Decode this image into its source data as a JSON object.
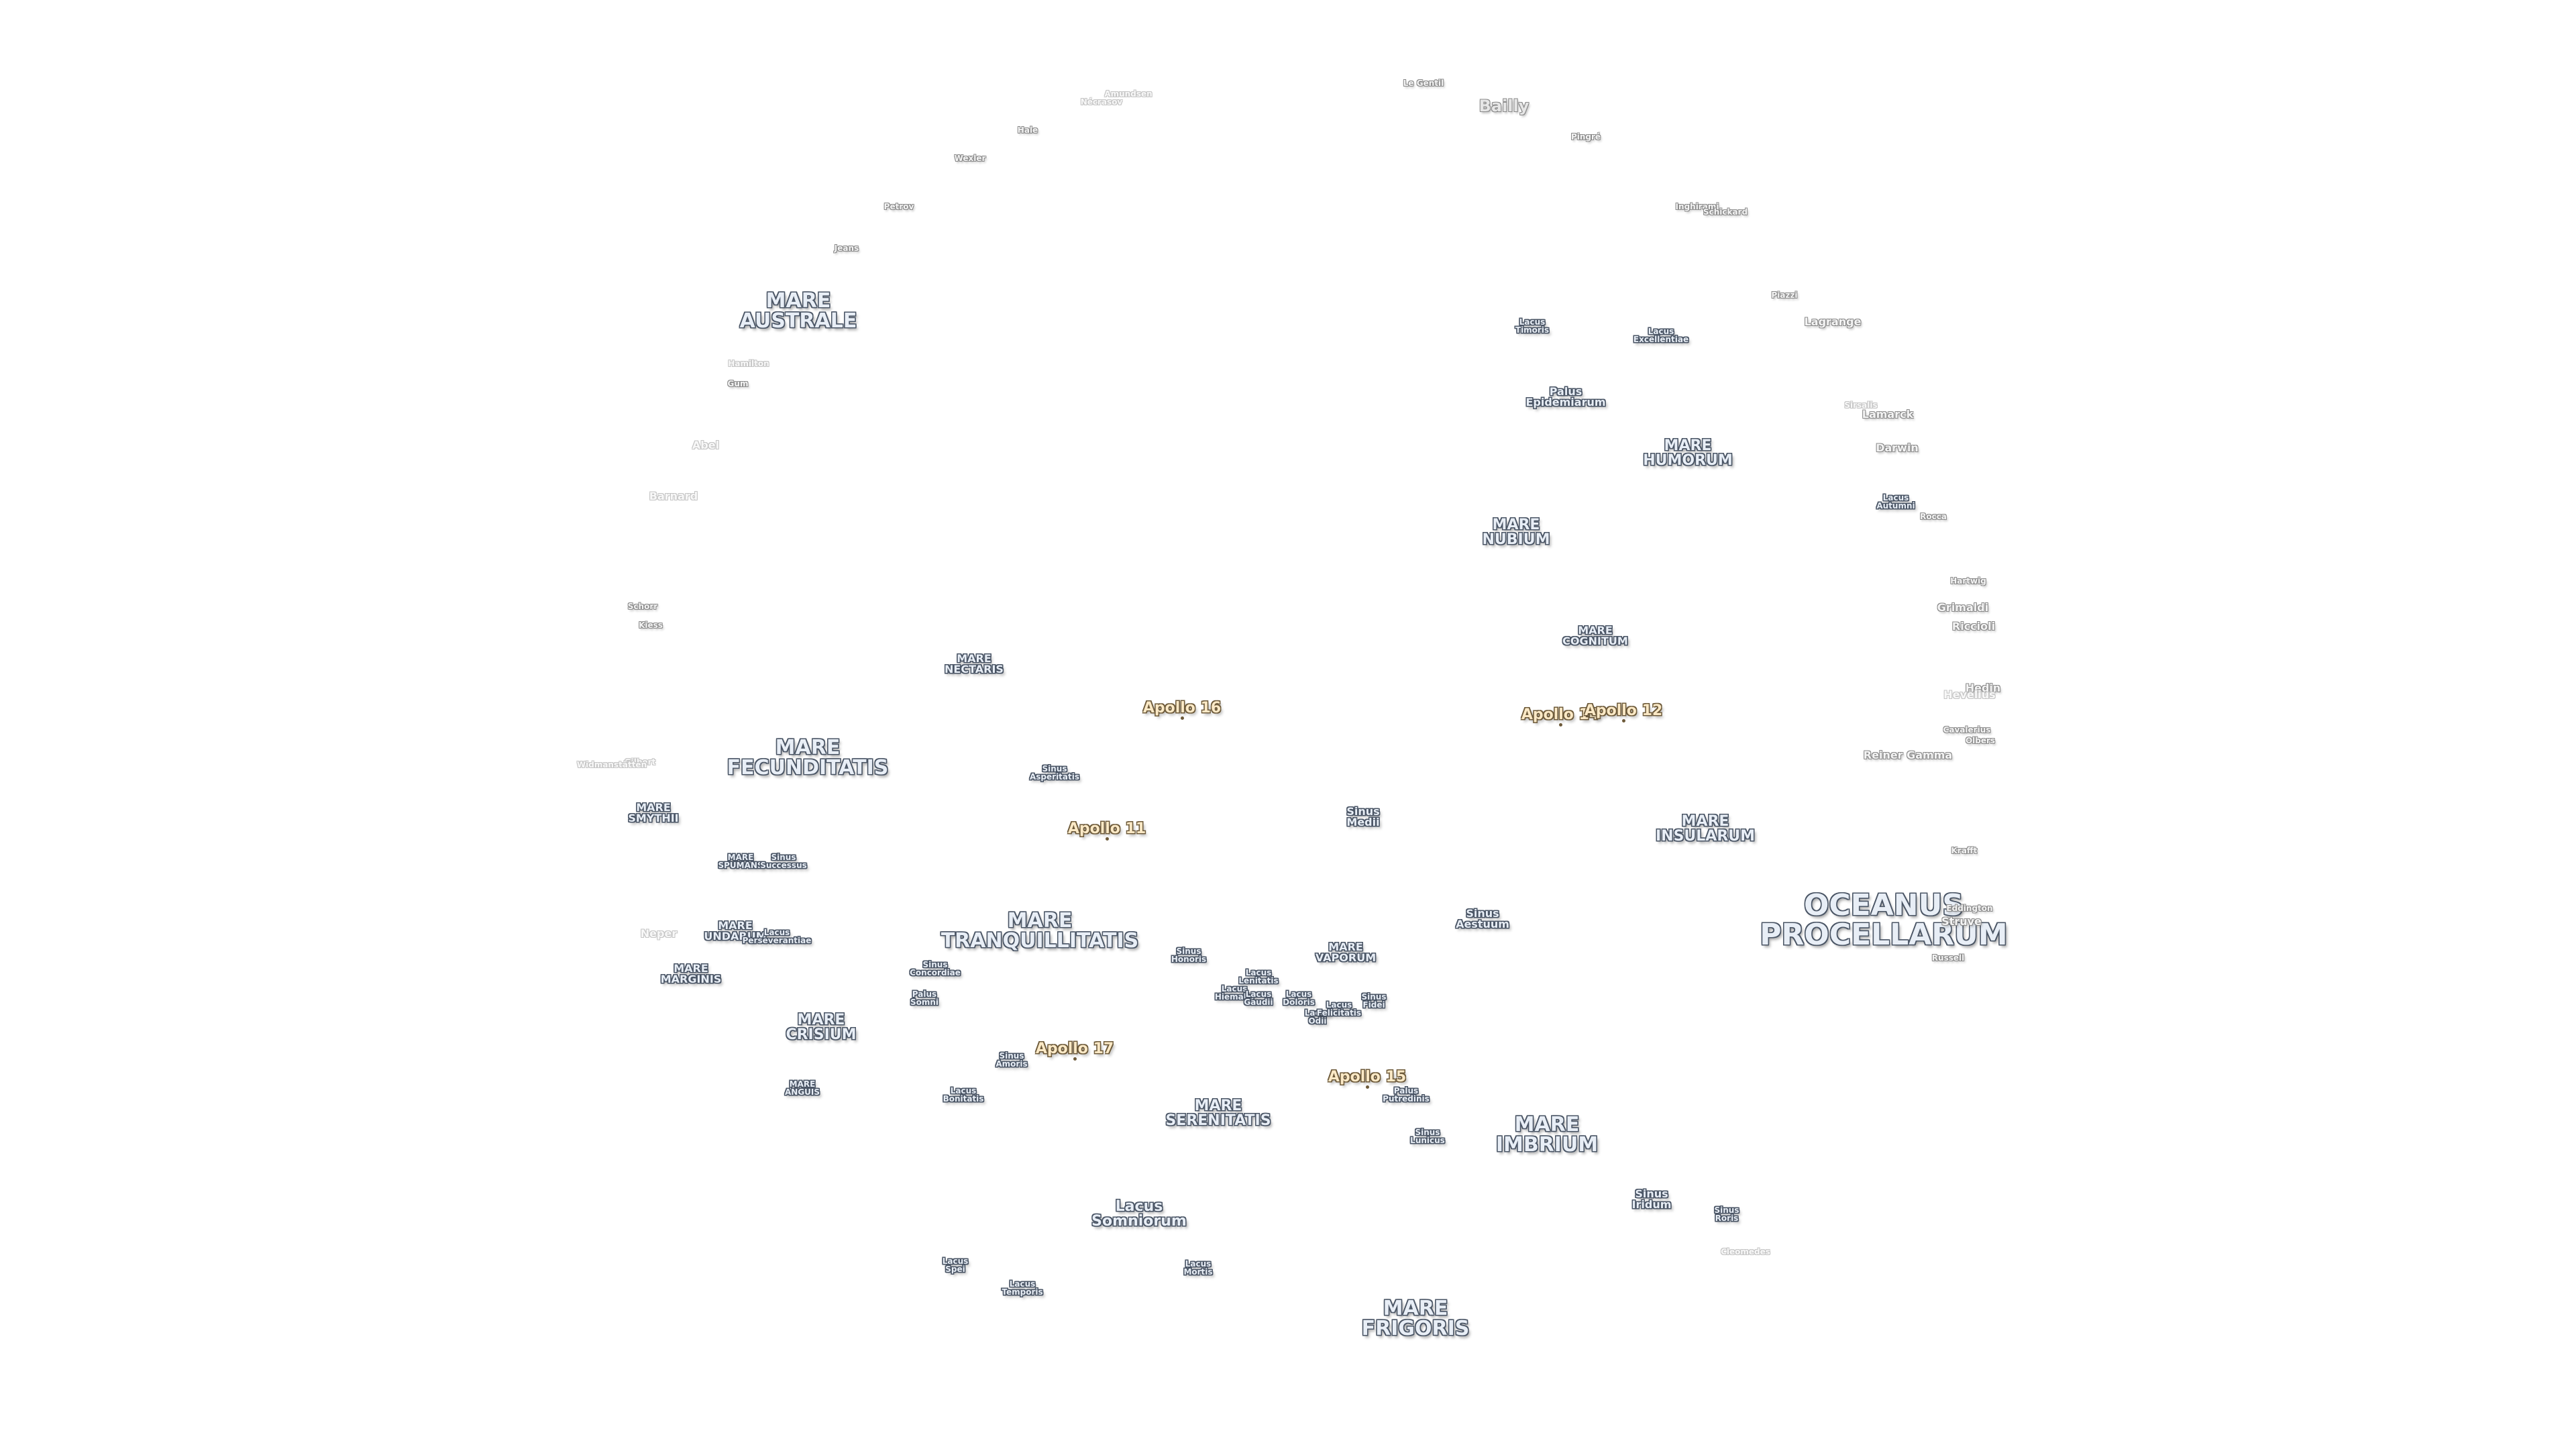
{
  "labels": [
    {
      "text": "OCEANUS\nPROCELLARUM",
      "kind": "feat",
      "size": "xl"
    },
    {
      "text": "MARE\nAUSTRALE",
      "kind": "feat",
      "size": "lg"
    },
    {
      "text": "MARE\nFRIGORIS",
      "kind": "feat",
      "size": "lg"
    },
    {
      "text": "MARE\nIMBRIUM",
      "kind": "feat",
      "size": "lg"
    },
    {
      "text": "MARE\nTRANQUILLITATIS",
      "kind": "feat",
      "size": "lg"
    },
    {
      "text": "MARE\nFECUNDITATIS",
      "kind": "feat",
      "size": "lg"
    },
    {
      "text": "MARE\nNUBIUM",
      "kind": "feat",
      "size": "md"
    },
    {
      "text": "MARE\nSERENITATIS",
      "kind": "feat",
      "size": "md"
    },
    {
      "text": "MARE\nCRISIUM",
      "kind": "feat",
      "size": "md"
    },
    {
      "text": "MARE\nINSULARUM",
      "kind": "feat",
      "size": "md"
    },
    {
      "text": "MARE\nHUMORUM",
      "kind": "feat",
      "size": "md"
    },
    {
      "text": "Lacus\nSomniorum",
      "kind": "feat",
      "size": "md"
    },
    {
      "text": "MARE\nNECTARIS",
      "kind": "feat",
      "size": "sm"
    },
    {
      "text": "MARE\nCOGNITUM",
      "kind": "feat",
      "size": "sm"
    },
    {
      "text": "MARE\nSMYTHII",
      "kind": "feat",
      "size": "sm"
    },
    {
      "text": "MARE\nVAPORUM",
      "kind": "feat",
      "size": "sm"
    },
    {
      "text": "MARE\nMARGINIS",
      "kind": "feat",
      "size": "sm"
    },
    {
      "text": "MARE\nUNDARUM",
      "kind": "feat",
      "size": "sm"
    },
    {
      "text": "Palus\nEpidemiarum",
      "kind": "feat",
      "size": "sm"
    },
    {
      "text": "Sinus\nAestuum",
      "kind": "feat",
      "size": "sm"
    },
    {
      "text": "Sinus\nMedii",
      "kind": "feat",
      "size": "sm"
    },
    {
      "text": "Sinus\nIridum",
      "kind": "feat",
      "size": "sm"
    },
    {
      "text": "Sinus\nAsperitatis",
      "kind": "feat",
      "size": "xs"
    },
    {
      "text": "Lacus\nExcellentiae",
      "kind": "feat",
      "size": "xs"
    },
    {
      "text": "Lacus\nTimoris",
      "kind": "feat",
      "size": "xs"
    },
    {
      "text": "Lacus\nAutumni",
      "kind": "feat",
      "size": "xs"
    },
    {
      "text": "Sinus\nRoris",
      "kind": "feat",
      "size": "xs"
    },
    {
      "text": "Sinus\nAmoris",
      "kind": "feat",
      "size": "xs"
    },
    {
      "text": "Lacus\nBonitatis",
      "kind": "feat",
      "size": "xs"
    },
    {
      "text": "Sinus\nConcordiae",
      "kind": "feat",
      "size": "xs"
    },
    {
      "text": "Palus\nSomni",
      "kind": "feat",
      "size": "xs"
    },
    {
      "text": "MARE\nANGUIS",
      "kind": "feat",
      "size": "xs"
    },
    {
      "text": "MARE\nSPUMANS",
      "kind": "feat",
      "size": "xs"
    },
    {
      "text": "Sinus\nSuccessus",
      "kind": "feat",
      "size": "xs"
    },
    {
      "text": "Lacus\nPerseverantiae",
      "kind": "feat",
      "size": "xs"
    },
    {
      "text": "Sinus\nHonoris",
      "kind": "feat",
      "size": "xs"
    },
    {
      "text": "Lacus\nLenitatis",
      "kind": "feat",
      "size": "xs"
    },
    {
      "text": "Lacus\nHiemalis",
      "kind": "feat",
      "size": "xs"
    },
    {
      "text": "Lacus\nGaudii",
      "kind": "feat",
      "size": "xs"
    },
    {
      "text": "Lacus\nDoloris",
      "kind": "feat",
      "size": "xs"
    },
    {
      "text": "Lacus\nOdii",
      "kind": "feat",
      "size": "xs"
    },
    {
      "text": "Lacus\nFelicitatis",
      "kind": "feat",
      "size": "xs"
    },
    {
      "text": "Sinus\nFidei",
      "kind": "feat",
      "size": "xs"
    },
    {
      "text": "Palus\nPutredinis",
      "kind": "feat",
      "size": "xs"
    },
    {
      "text": "Sinus\nLunicus",
      "kind": "feat",
      "size": "xs"
    },
    {
      "text": "Lacus\nSpei",
      "kind": "feat",
      "size": "xs"
    },
    {
      "text": "Lacus\nTemporis",
      "kind": "feat",
      "size": "xs"
    },
    {
      "text": "Lacus\nMortis",
      "kind": "feat",
      "size": "xs"
    },
    {
      "text": "Bailly",
      "kind": "crater",
      "size": "md"
    },
    {
      "text": "Grimaldi",
      "kind": "crater",
      "size": "sm"
    },
    {
      "text": "Lagrange",
      "kind": "crater",
      "size": "sm"
    },
    {
      "text": "Darwin",
      "kind": "crater",
      "size": "sm"
    },
    {
      "text": "Riccioli",
      "kind": "crater",
      "size": "sm"
    },
    {
      "text": "Hedin",
      "kind": "crater",
      "size": "sm"
    },
    {
      "text": "Struve",
      "kind": "crater",
      "size": "sm"
    },
    {
      "text": "Lamarck",
      "kind": "crater",
      "size": "sm"
    },
    {
      "text": "Reiner Gamma",
      "kind": "crater",
      "size": "sm"
    },
    {
      "text": "Le Gentil",
      "kind": "crater",
      "size": "xs"
    },
    {
      "text": "Pingré",
      "kind": "crater",
      "size": "xs"
    },
    {
      "text": "Inghirami",
      "kind": "crater",
      "size": "xs"
    },
    {
      "text": "Schickard",
      "kind": "crater",
      "size": "xs"
    },
    {
      "text": "Piazzi",
      "kind": "crater",
      "size": "xs"
    },
    {
      "text": "Rocca",
      "kind": "crater",
      "size": "xs"
    },
    {
      "text": "Hartwig",
      "kind": "crater",
      "size": "xs"
    },
    {
      "text": "Cavalerius",
      "kind": "crater",
      "size": "xs"
    },
    {
      "text": "Olbers",
      "kind": "crater",
      "size": "xs"
    },
    {
      "text": "Krafft",
      "kind": "crater",
      "size": "xs"
    },
    {
      "text": "Eddington",
      "kind": "crater",
      "size": "xs"
    },
    {
      "text": "Russell",
      "kind": "crater",
      "size": "xs"
    },
    {
      "text": "Hale",
      "kind": "crater",
      "size": "xs"
    },
    {
      "text": "Wexler",
      "kind": "crater",
      "size": "xs"
    },
    {
      "text": "Petrov",
      "kind": "crater",
      "size": "xs"
    },
    {
      "text": "Jeans",
      "kind": "crater",
      "size": "xs"
    },
    {
      "text": "Gum",
      "kind": "crater",
      "size": "xs"
    },
    {
      "text": "Schorr",
      "kind": "crater",
      "size": "xs"
    },
    {
      "text": "Kiess",
      "kind": "crater",
      "size": "xs"
    },
    {
      "text": "Abel",
      "kind": "crater",
      "size": "sm",
      "faint": true
    },
    {
      "text": "Barnard",
      "kind": "crater",
      "size": "sm",
      "faint": true
    },
    {
      "text": "Neper",
      "kind": "crater",
      "size": "sm",
      "faint": true
    },
    {
      "text": "Hevelius",
      "kind": "crater",
      "size": "sm",
      "faint": true
    },
    {
      "text": "Sirsalis",
      "kind": "crater",
      "size": "xs",
      "faint": true
    },
    {
      "text": "Amundsen",
      "kind": "crater",
      "size": "xs",
      "faint": true
    },
    {
      "text": "Nécrasov",
      "kind": "crater",
      "size": "xs",
      "faint": true
    },
    {
      "text": "Hamilton",
      "kind": "crater",
      "size": "xs",
      "faint": true
    },
    {
      "text": "Gilbert",
      "kind": "crater",
      "size": "xs",
      "faint": true
    },
    {
      "text": "Widmanstätten",
      "kind": "crater",
      "size": "xs",
      "faint": true
    },
    {
      "text": "Cleomedes",
      "kind": "crater",
      "size": "xs",
      "faint": true
    },
    {
      "text": "Apollo 16",
      "kind": "apollo"
    },
    {
      "text": "Apollo 14",
      "kind": "apollo"
    },
    {
      "text": "Apollo 12",
      "kind": "apollo"
    },
    {
      "text": "Apollo 11",
      "kind": "apollo"
    },
    {
      "text": "Apollo 17",
      "kind": "apollo"
    },
    {
      "text": "Apollo 15",
      "kind": "apollo"
    }
  ]
}
